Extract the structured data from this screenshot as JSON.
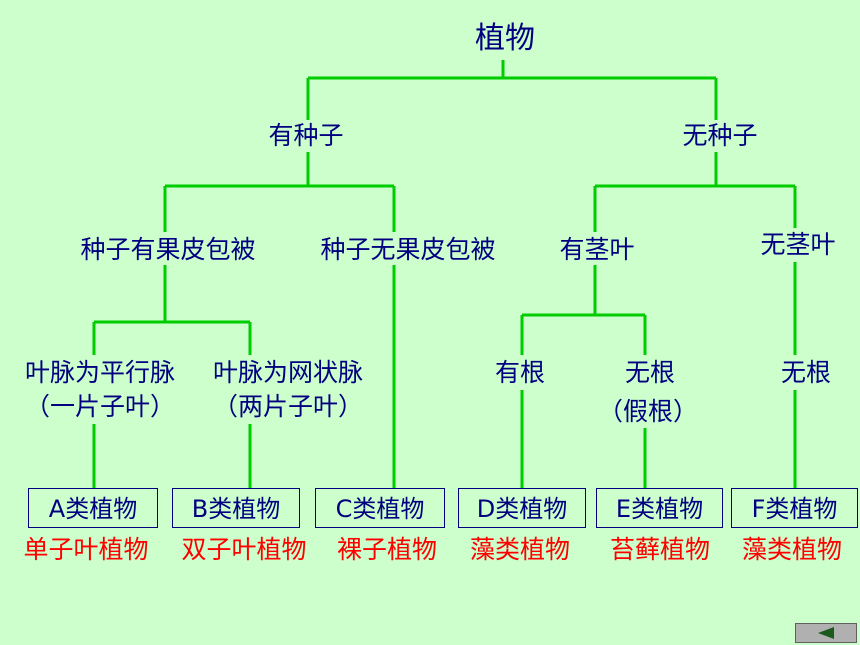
{
  "root": "植物",
  "level1": {
    "left": "有种子",
    "right": "无种子"
  },
  "level2": {
    "a": "种子有果皮包被",
    "b": "种子无果皮包被",
    "c": "有茎叶",
    "d": "无茎叶"
  },
  "level3": {
    "a_line1": "叶脉为平行脉",
    "a_line2": "（一片子叶）",
    "b_line1": "叶脉为网状脉",
    "b_line2": "（两片子叶）",
    "c": "有根",
    "d_line1": "无根",
    "d_line2": "（假根）",
    "e": "无根"
  },
  "boxes": [
    "A类植物",
    "B类植物",
    "C类植物",
    "D类植物",
    "E类植物",
    "F类植物"
  ],
  "groups": [
    "单子叶植物",
    "双子叶植物",
    "裸子植物",
    "藻类植物",
    "苔藓植物",
    "藻类植物"
  ],
  "colors": {
    "background": "#CCFFCC",
    "line": "#00CC00",
    "text": "#000080",
    "group_text": "#FF0000"
  },
  "nav": {
    "icon": "back-arrow-icon"
  }
}
